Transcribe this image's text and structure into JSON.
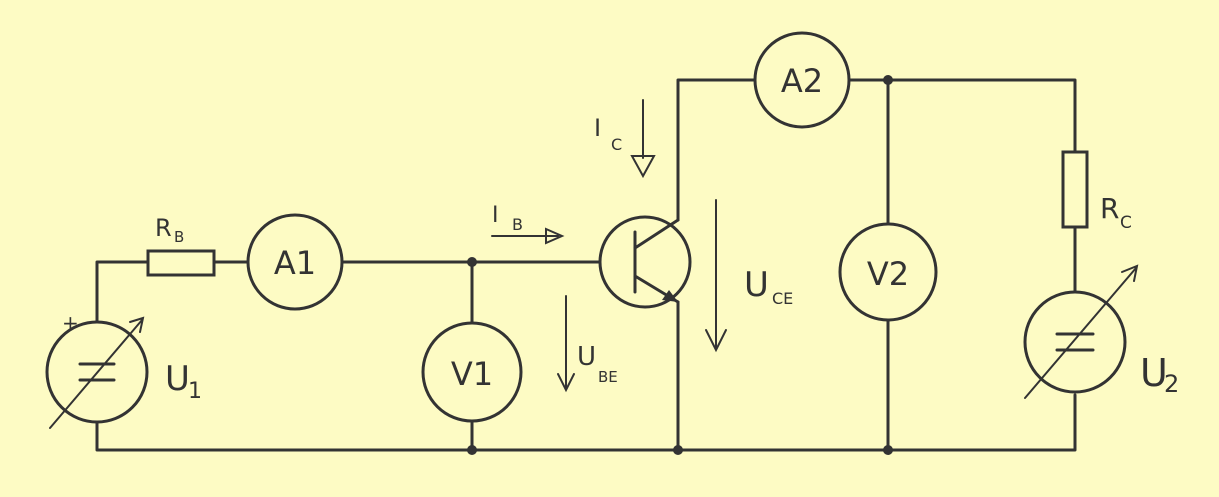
{
  "components": {
    "source1": {
      "label": "U",
      "sub": "1",
      "plus": "+"
    },
    "source2": {
      "label": "U",
      "sub": "2"
    },
    "base_resistor": {
      "label": "R",
      "sub": "B"
    },
    "collector_resistor": {
      "label": "R",
      "sub": "C"
    },
    "ammeter1": {
      "label": "A1"
    },
    "ammeter2": {
      "label": "A2"
    },
    "voltmeter1": {
      "label": "V1"
    },
    "voltmeter2": {
      "label": "V2"
    }
  },
  "annotations": {
    "base_current": {
      "label": "I",
      "sub": "B"
    },
    "collector_current": {
      "label": "I",
      "sub": "C"
    },
    "u_be": {
      "label": "U",
      "sub": "BE"
    },
    "u_ce": {
      "label": "U",
      "sub": "CE"
    }
  }
}
